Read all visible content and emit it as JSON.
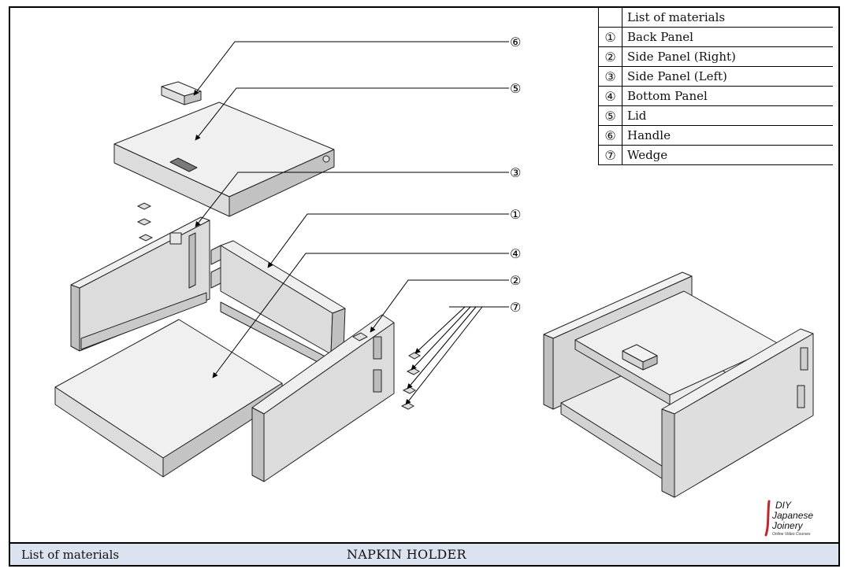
{
  "materials": {
    "header": "List of materials",
    "rows": [
      {
        "num": "①",
        "name": "Back Panel"
      },
      {
        "num": "②",
        "name": "Side Panel (Right)"
      },
      {
        "num": "③",
        "name": "Side Panel (Left)"
      },
      {
        "num": "④",
        "name": "Bottom Panel"
      },
      {
        "num": "⑤",
        "name": "Lid"
      },
      {
        "num": "⑥",
        "name": "Handle"
      },
      {
        "num": "⑦",
        "name": "Wedge"
      }
    ]
  },
  "callouts": {
    "c6": "⑥",
    "c5": "⑤",
    "c3": "③",
    "c1": "①",
    "c4": "④",
    "c2": "②",
    "c7": "⑦"
  },
  "footer": {
    "left_label": "List of materials",
    "title": "NAPKIN HOLDER"
  },
  "logo": {
    "line1": "DIY",
    "line2": "Japanese",
    "line3": "Joinery",
    "line4": "Online Video Courses",
    "accent_color": "#c0272d"
  },
  "colors": {
    "panel_light": "#f2f2f2",
    "panel_mid": "#dcdcdc",
    "panel_dark": "#b9b9b9",
    "footer_bg": "#dbe3f1"
  }
}
